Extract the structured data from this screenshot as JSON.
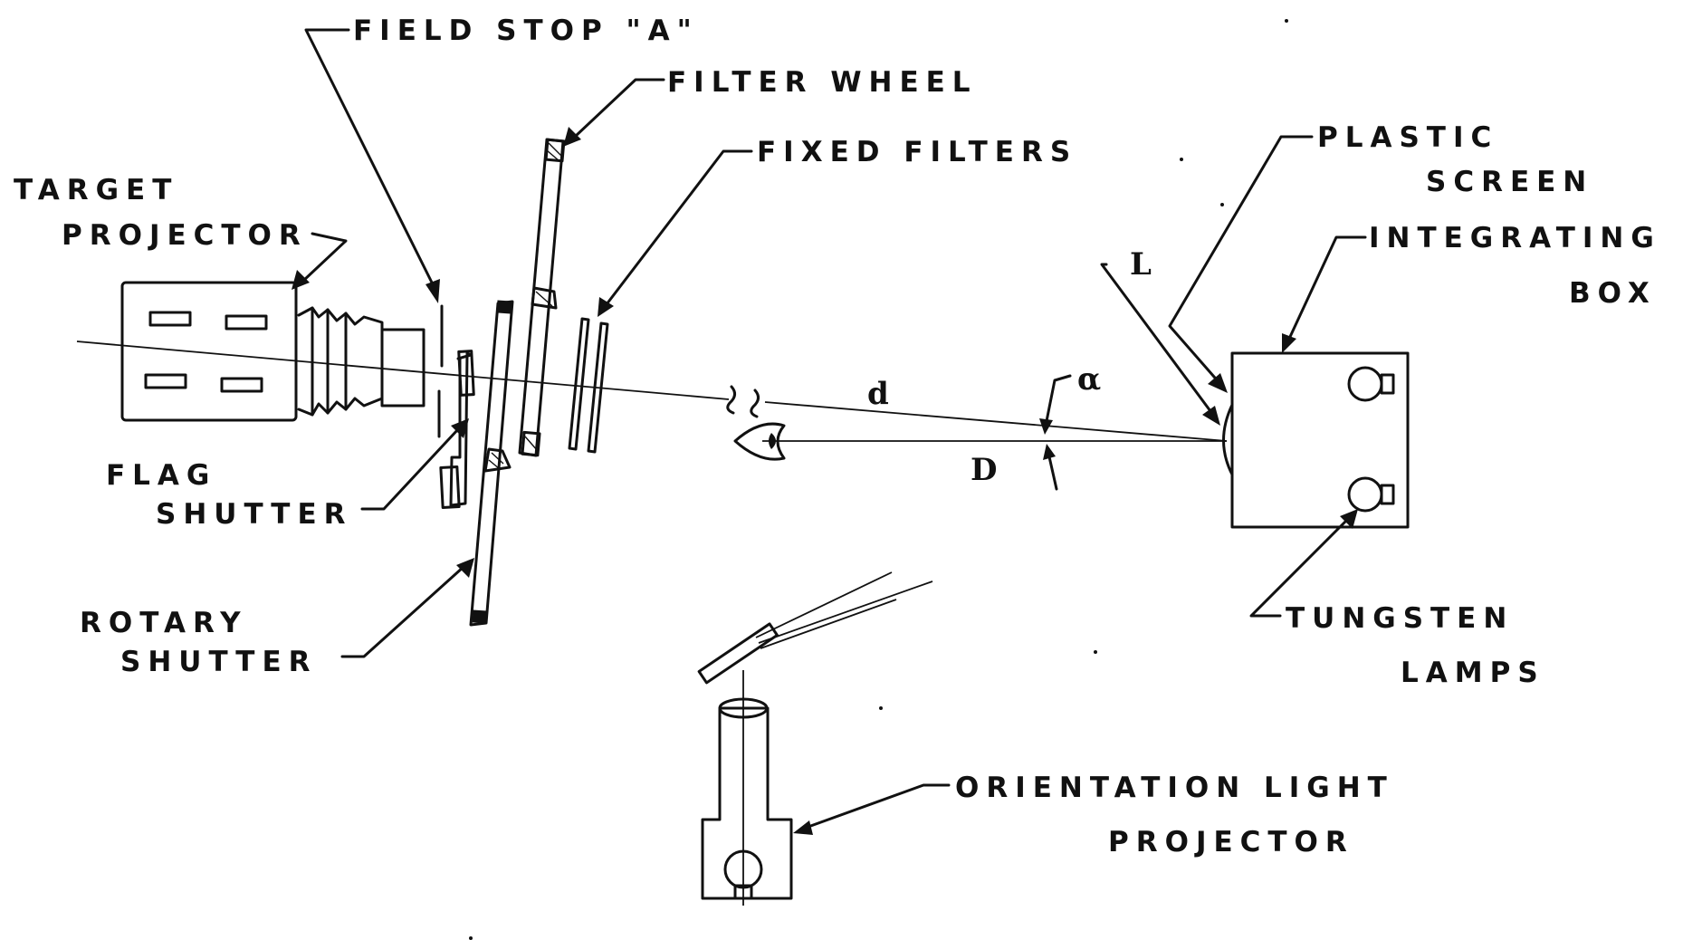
{
  "labels": {
    "field_stop": "FIELD STOP \"A\"",
    "filter_wheel": "FILTER WHEEL",
    "fixed_filters": "FIXED FILTERS",
    "target_projector_1": "TARGET",
    "target_projector_2": "PROJECTOR",
    "flag_shutter_1": "FLAG",
    "flag_shutter_2": "SHUTTER",
    "rotary_shutter_1": "ROTARY",
    "rotary_shutter_2": "SHUTTER",
    "plastic_screen_1": "PLASTIC",
    "plastic_screen_2": "SCREEN",
    "integrating_box_1": "INTEGRATING",
    "integrating_box_2": "BOX",
    "tungsten_lamps_1": "TUNGSTEN",
    "tungsten_lamps_2": "LAMPS",
    "orientation_1": "ORIENTATION LIGHT",
    "orientation_2": "PROJECTOR"
  },
  "symbols": {
    "L": "L",
    "d": "d",
    "D": "D",
    "alpha": "α"
  }
}
